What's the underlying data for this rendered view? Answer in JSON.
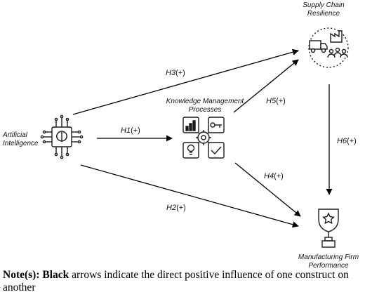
{
  "nodes": {
    "ai": {
      "line1": "Artificial",
      "line2": "Intelligence",
      "icon": "ai-chip-icon"
    },
    "kmp": {
      "line1": "Knowledge Management",
      "line2": "Processes",
      "icon": "knowledge-management-icon"
    },
    "scr": {
      "line1": "Supply Chain",
      "line2": "Resilience",
      "icon": "supply-chain-icon"
    },
    "mfp": {
      "line1": "Manufacturing Firm",
      "line2": "Performance",
      "icon": "trophy-icon"
    }
  },
  "hypotheses": {
    "h1": {
      "id": "H1",
      "sign": "(+)"
    },
    "h2": {
      "id": "H2",
      "sign": "(+)"
    },
    "h3": {
      "id": "H3",
      "sign": "(+)"
    },
    "h4": {
      "id": "H4",
      "sign": "(+)"
    },
    "h5": {
      "id": "H5",
      "sign": "(+)"
    },
    "h6": {
      "id": "H6",
      "sign": "(+)"
    }
  },
  "note": {
    "label": "Note(s):",
    "emphasis": "Black",
    "text": " arrows indicate the direct positive influence of one construct on another"
  },
  "colors": {
    "arrow": "#000000",
    "icon": "#1a1a1a"
  }
}
